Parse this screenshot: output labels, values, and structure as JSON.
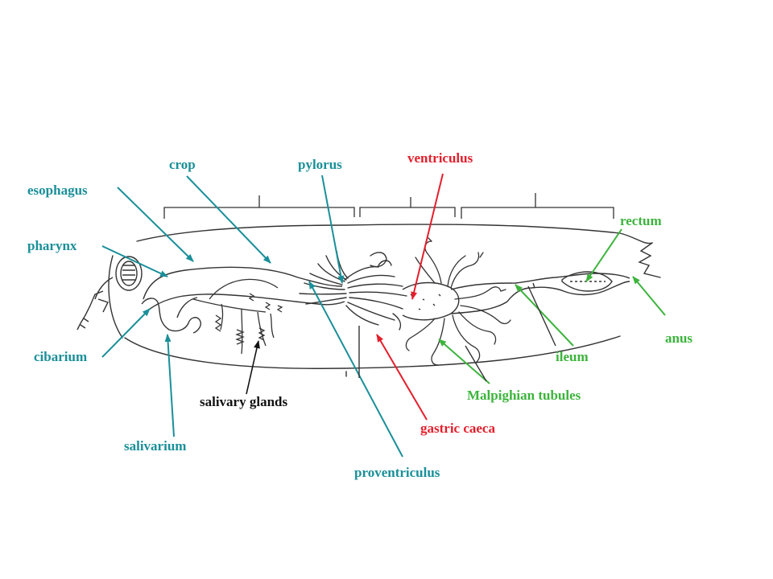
{
  "colors": {
    "teal": "#1a8f99",
    "red": "#e41f2c",
    "green": "#3cb43c",
    "black": "#111111",
    "drawing": "#333333"
  },
  "labels": {
    "crop": "crop",
    "pylorus": "pylorus",
    "ventriculus": "ventriculus",
    "esophagus": "esophagus",
    "rectum": "rectum",
    "pharynx": "pharynx",
    "anus": "anus",
    "cibarium": "cibarium",
    "ileum": "ileum",
    "malpighian_tubules": "Malpighian tubules",
    "salivary_glands": "salivary glands",
    "gastric_caeca": "gastric caeca",
    "salivarium": "salivarium",
    "proventriculus": "proventriculus"
  }
}
